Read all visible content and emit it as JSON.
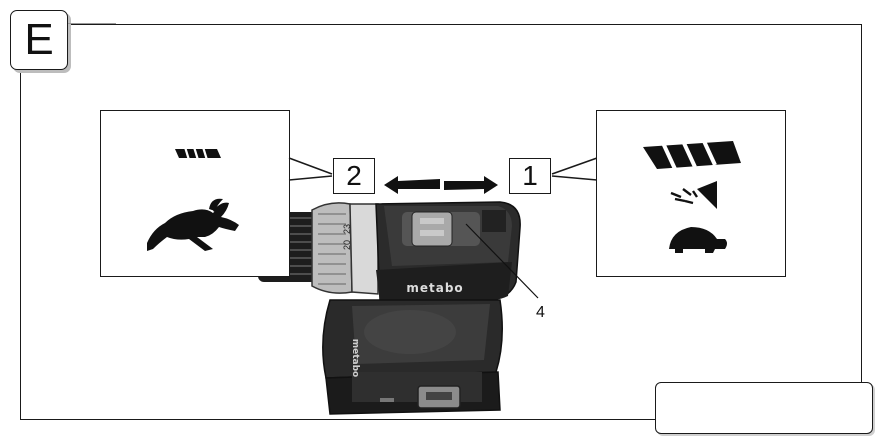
{
  "section_letter": "E",
  "gear_labels": {
    "left": "2",
    "right": "1"
  },
  "part_callout": "4",
  "drill": {
    "brand_text": "metabo",
    "clutch_scale": [
      "20",
      "23"
    ]
  },
  "icons": {
    "left": [
      "drill-bit-small-icon",
      "rabbit-icon"
    ],
    "right": [
      "drill-bit-large-icon",
      "torque-icon",
      "turtle-icon"
    ]
  }
}
